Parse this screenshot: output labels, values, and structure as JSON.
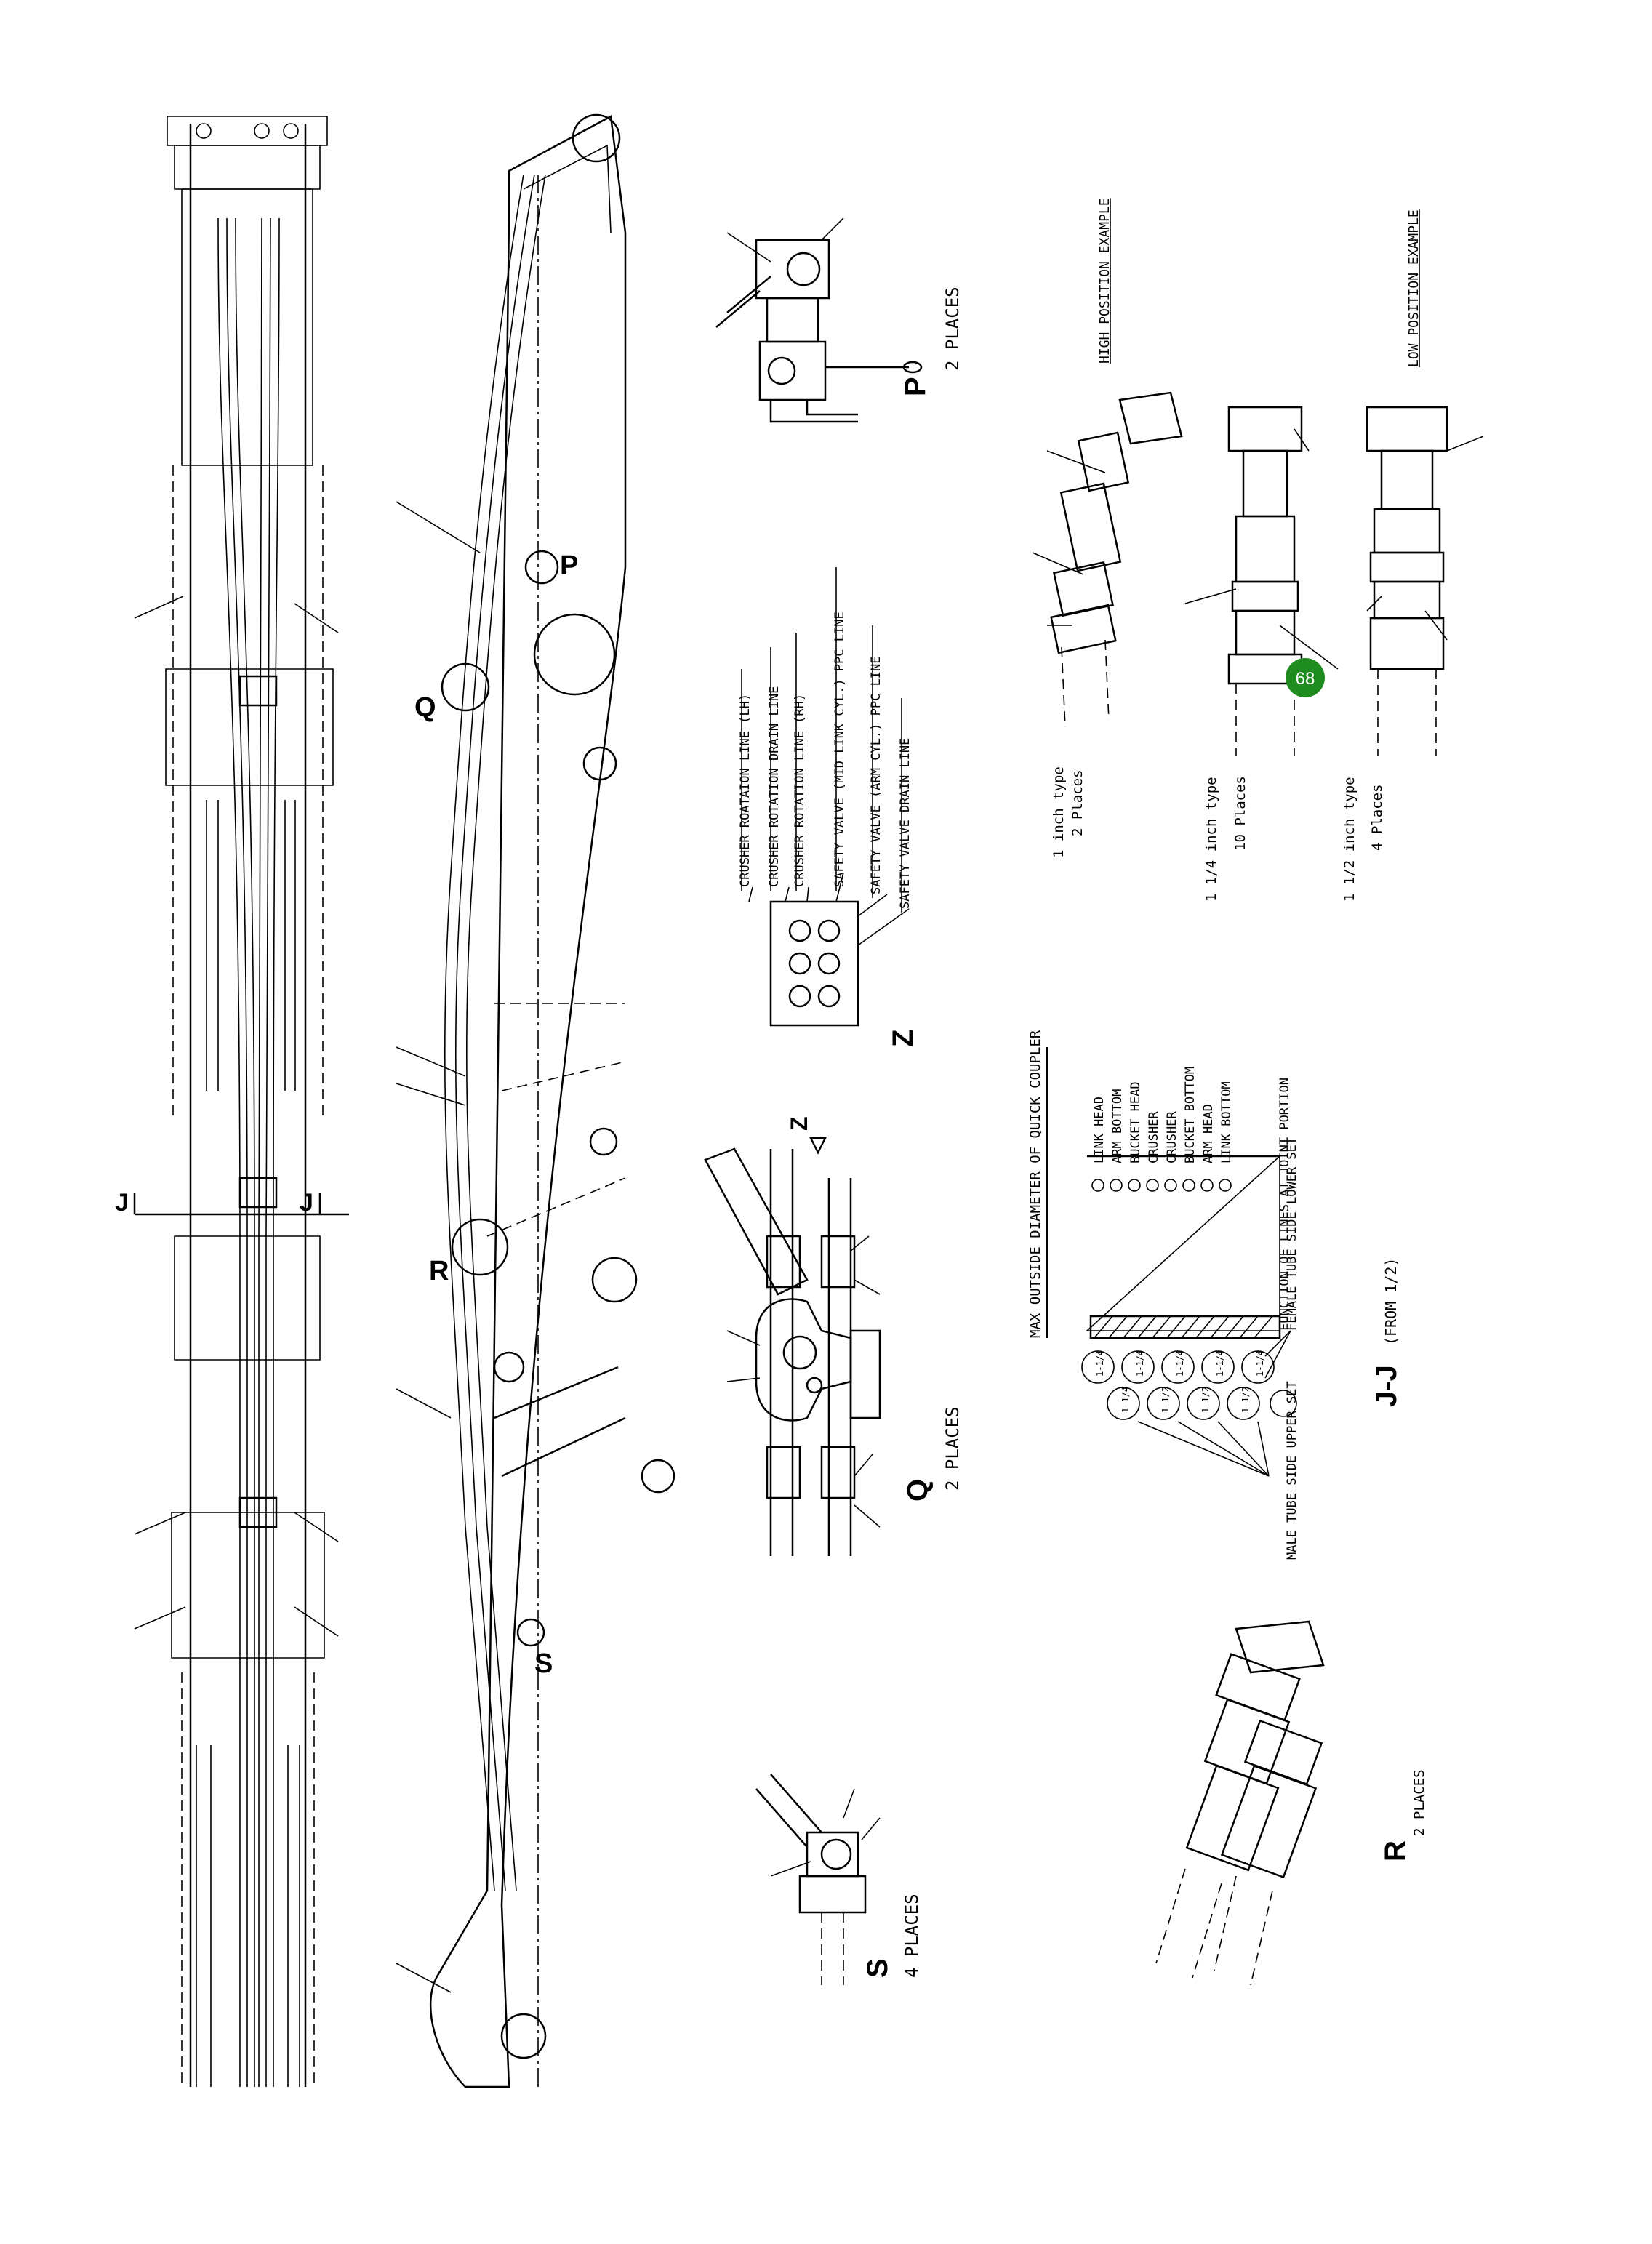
{
  "views": {
    "P": {
      "letter": "P",
      "places": "2 PLACES"
    },
    "Q": {
      "letter": "Q",
      "places": "2 PLACES"
    },
    "R": {
      "letter": "R",
      "places": "2 PLACES"
    },
    "S": {
      "letter": "S",
      "places": "4 PLACES"
    },
    "Z": {
      "letter": "Z",
      "arrow_label": "Z"
    },
    "J": {
      "section_label": "J-J",
      "section_note": "(FROM 1/2)",
      "marker": "J"
    }
  },
  "valve_block_lines": [
    "CRUSHER ROATAION LINE (LH)",
    "CRUSHER ROTATION DRAIN LINE",
    "CRUSHER ROTATION LINE (RH)",
    "SAFETY VALVE (MID LINK CYL.) PPC LINE",
    "SAFETY VALVE (ARM CYL.) PPC LINE",
    "SAFETY VALVE DRAIN LINE"
  ],
  "coupler_types": [
    {
      "size": "1 inch type",
      "places": "2 Places"
    },
    {
      "size": "1 1/4 inch type",
      "places": "10 Places"
    },
    {
      "size": "1 1/2 inch type",
      "places": "4 Places"
    }
  ],
  "position_examples": {
    "high": "HIGH POSITION EXAMPLE",
    "low": "LOW POSITION EXAMPLE"
  },
  "joint_table": {
    "header": "MAX OUTSIDE DIAMETER OF QUICK COUPLER",
    "functions": [
      "LINK HEAD",
      "ARM BOTTOM",
      "BUCKET HEAD",
      "CRUSHER",
      "CRUSHER",
      "BUCKET BOTTOM",
      "ARM HEAD",
      "LINK BOTTOM"
    ],
    "function_caption": "FUNCTION OF LINES AT JOINT PORTION",
    "female_caption": "FEMALE TUBE SIDE LOWER SET",
    "male_caption": "MALE TUBE SIDE UPPER SET",
    "upper_sizes": [
      "1-1/4",
      "1-1/4",
      "1-1/4",
      "1-1/4",
      "1-1/4"
    ],
    "lower_sizes": [
      "1-1/4",
      "1-1/2",
      "1-1/2",
      "1-1/2",
      ""
    ]
  },
  "callout": {
    "number": "68",
    "color": "#1e8c1e"
  }
}
